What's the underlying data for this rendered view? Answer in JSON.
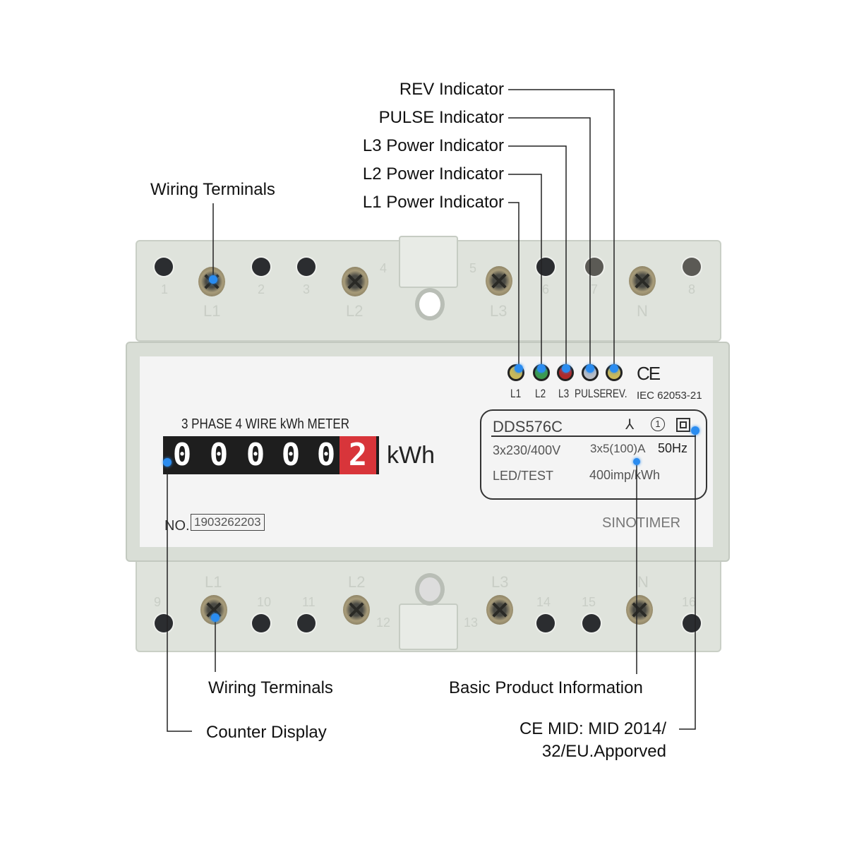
{
  "callouts": {
    "rev": "REV Indicator",
    "pulse": "PULSE Indicator",
    "l3": "L3 Power Indicator",
    "l2": "L2 Power Indicator",
    "l1": "L1 Power Indicator",
    "wiring_top": "Wiring Terminals",
    "wiring_bottom": "Wiring Terminals",
    "counter": "Counter Display",
    "basic_info": "Basic Product Information",
    "ce_mid_line1": "CE MID: MID 2014/",
    "ce_mid_line2": "32/EU.Apporved"
  },
  "meter": {
    "title": "3 PHASE 4 WIRE kWh METER",
    "counter_digits": [
      "0",
      "0",
      "0",
      "0",
      "0",
      "2"
    ],
    "unit": "kWh",
    "serial_label": "NO.",
    "serial_number": "1903262203",
    "brand": "SINOTIMER",
    "ce_mark": "CE",
    "standard": "IEC 62053-21",
    "indicators": [
      {
        "label": "L1",
        "color": "#c9b85a"
      },
      {
        "label": "L2",
        "color": "#3c9a4e"
      },
      {
        "label": "L3",
        "color": "#b02a2a"
      },
      {
        "label": "PULSE",
        "color": "#b8bcc4"
      },
      {
        "label": "REV.",
        "color": "#c9b85a"
      }
    ],
    "info_box": {
      "model": "DDS576C",
      "class": "1",
      "voltage": "3x230/400V",
      "current": "3x5(100)A",
      "frequency": "50Hz",
      "led_test": "LED/TEST",
      "constant": "400imp/kWh"
    },
    "top_terminals": {
      "numbers": [
        "1",
        "2",
        "3",
        "4",
        "5",
        "6",
        "7",
        "8"
      ],
      "phases": [
        "L1",
        "L2",
        "L3",
        "N"
      ]
    },
    "bottom_terminals": {
      "numbers": [
        "9",
        "10",
        "11",
        "12",
        "13",
        "14",
        "15",
        "16"
      ],
      "phases": [
        "L1",
        "L2",
        "L3",
        "N"
      ]
    }
  },
  "colors": {
    "marker": "#2a8cf0",
    "counter_red": "#d8353a",
    "housing": "#dfe3dc"
  }
}
